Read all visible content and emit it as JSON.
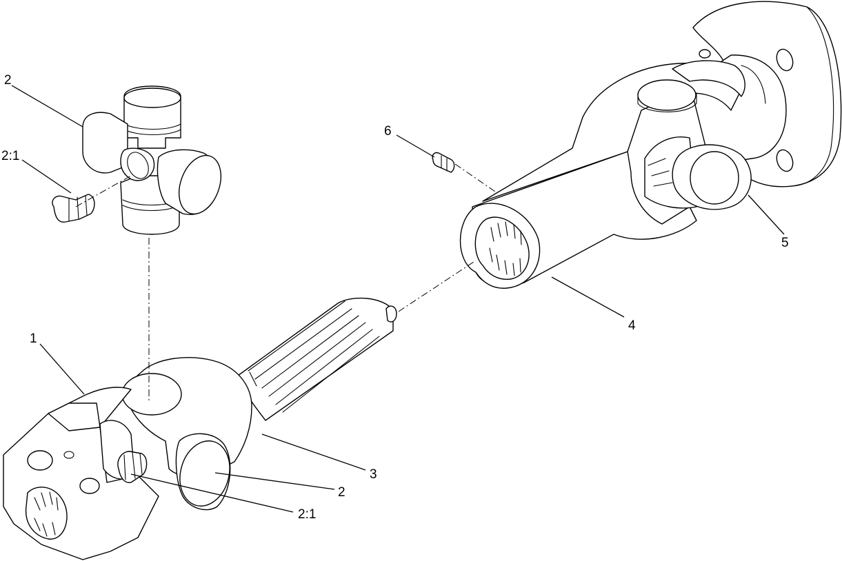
{
  "colors": {
    "background": "#ffffff",
    "line": "#000000"
  },
  "callouts": [
    {
      "id": "c-2-top",
      "text": "2"
    },
    {
      "id": "c-2-1-top",
      "text": "2:1"
    },
    {
      "id": "c-1",
      "text": "1"
    },
    {
      "id": "c-6",
      "text": "6"
    },
    {
      "id": "c-5",
      "text": "5"
    },
    {
      "id": "c-4",
      "text": "4"
    },
    {
      "id": "c-3",
      "text": "3"
    },
    {
      "id": "c-2-bottom",
      "text": "2"
    },
    {
      "id": "c-2-1-bottom",
      "text": "2:1"
    }
  ]
}
